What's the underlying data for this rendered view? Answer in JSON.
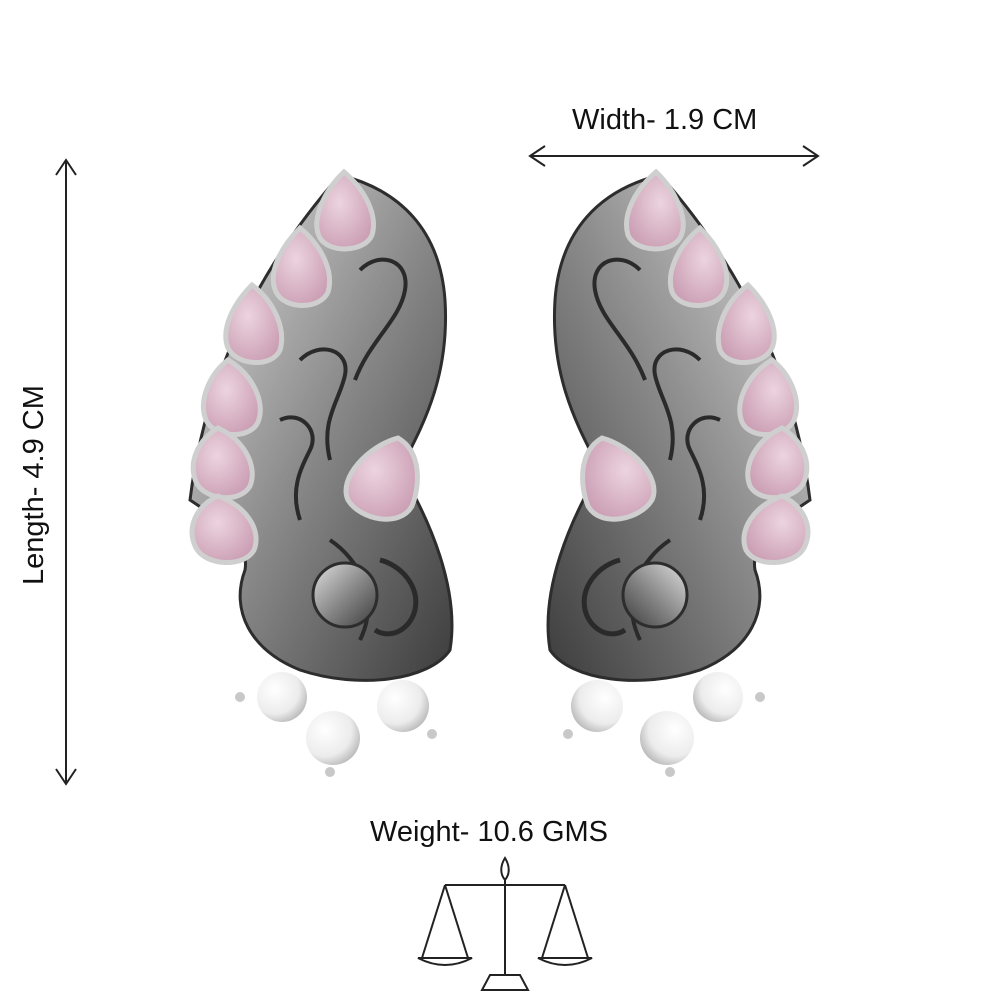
{
  "dimensions": {
    "width_label": "Width- 1.9 CM",
    "length_label": "Length- 4.9 CM",
    "weight_label": "Weight- 10.6 GMS"
  },
  "product": {
    "stone_color": "#d9b4c6",
    "metal_color": "#8d8d8d",
    "pearl_color": "#f4f4f4",
    "icons": [
      "peacock-earring-left-icon",
      "peacock-earring-right-icon",
      "balance-scale-icon"
    ]
  }
}
